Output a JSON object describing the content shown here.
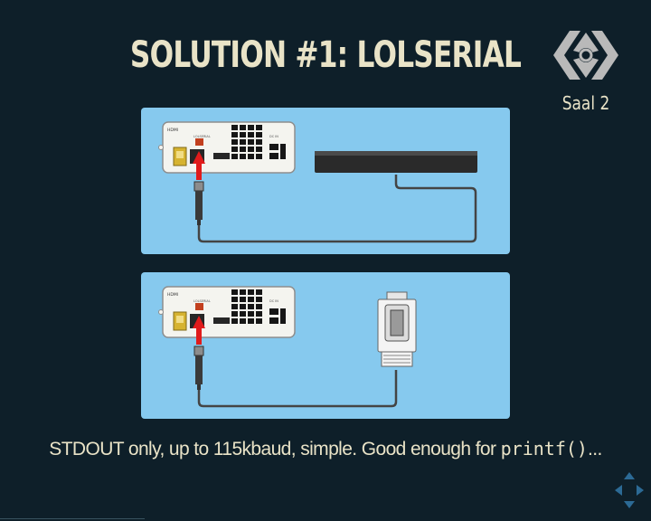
{
  "slide": {
    "title": "SOLUTION #1: LOLSERIAL",
    "caption_text": "STDOUT only, up to 115kbaud, simple. Good enough for ",
    "caption_code": "printf()",
    "caption_tail": "..."
  },
  "branding": {
    "room_label": "Saal 2",
    "logo_icon": "ccc-logo-icon"
  },
  "device": {
    "hdmi_label": "HDMI",
    "port_labels": [
      "LOLSERIAL",
      "DC IN"
    ],
    "colors": {
      "body": "#f4f4ef",
      "grille": "#161616",
      "arrow": "#e01b1b",
      "yellow_port": "#d6b330"
    }
  },
  "navigation": {
    "icon": "navigation-arrows-icon"
  },
  "colors": {
    "background": "#0e1f29",
    "panel": "#86c9ee",
    "text": "#e9e3c7"
  }
}
